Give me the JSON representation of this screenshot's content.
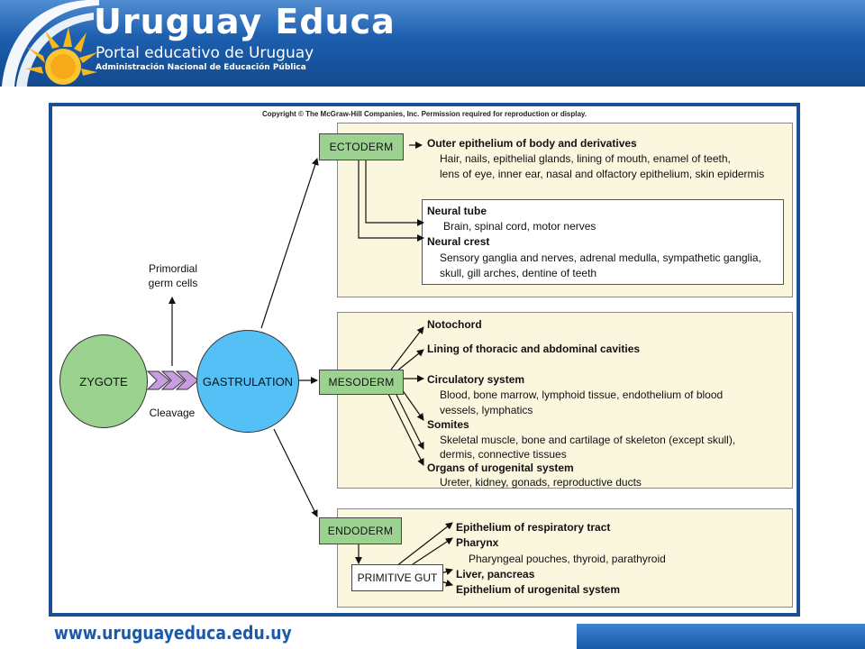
{
  "header": {
    "title": "Uruguay Educa",
    "subtitle": "Portal educativo de Uruguay",
    "subtitle2": "Administración Nacional de Educación Pública"
  },
  "colors": {
    "header_blue": "#1a5aa8",
    "germ_layer_green": "#9bd28f",
    "zygote_green": "#9bd28f",
    "gastrulation_blue": "#55c0f5",
    "cleavage_purple": "#c79ce0",
    "box_background": "#fbf6de"
  },
  "diagram": {
    "copyright": "Copyright © The McGraw-Hill Companies, Inc. Permission required for reproduction or display.",
    "zygote": "ZYGOTE",
    "gastrulation": "GASTRULATION",
    "cleavage": "Cleavage",
    "primordial_line1": "Primordial",
    "primordial_line2": "germ cells",
    "ectoderm": {
      "label": "ECTODERM",
      "outer_title": "Outer epithelium of body and derivatives",
      "outer_line1": "Hair, nails, epithelial glands, lining of mouth, enamel of teeth,",
      "outer_line2": "lens of eye, inner ear, nasal and olfactory epithelium, skin epidermis",
      "neural_tube_title": "Neural tube",
      "neural_tube_line1": "Brain, spinal cord, motor nerves",
      "neural_crest_title": "Neural crest",
      "neural_crest_line1": "Sensory ganglia and nerves, adrenal medulla, sympathetic ganglia,",
      "neural_crest_line2": "skull, gill arches, dentine of teeth"
    },
    "mesoderm": {
      "label": "MESODERM",
      "notochord": "Notochord",
      "lining": "Lining of thoracic and abdominal cavities",
      "circulatory_title": "Circulatory system",
      "circulatory_line1": "Blood, bone marrow, lymphoid tissue, endothelium of blood",
      "circulatory_line2": "vessels, lymphatics",
      "somites_title": "Somites",
      "somites_line1": "Skeletal muscle, bone and cartilage of skeleton (except skull),",
      "somites_line2": "dermis, connective tissues",
      "urogenital_title": "Organs of urogenital system",
      "urogenital_line1": "Ureter, kidney, gonads, reproductive ducts"
    },
    "endoderm": {
      "label": "ENDODERM",
      "primitive_gut": "PRIMITIVE GUT",
      "respiratory": "Epithelium of respiratory tract",
      "pharynx_title": "Pharynx",
      "pharynx_line1": "Pharyngeal pouches, thyroid, parathyroid",
      "liver": "Liver, pancreas",
      "urogenital_epi": "Epithelium of urogenital system"
    }
  },
  "footer": {
    "url": "www.uruguayeduca.edu.uy"
  }
}
